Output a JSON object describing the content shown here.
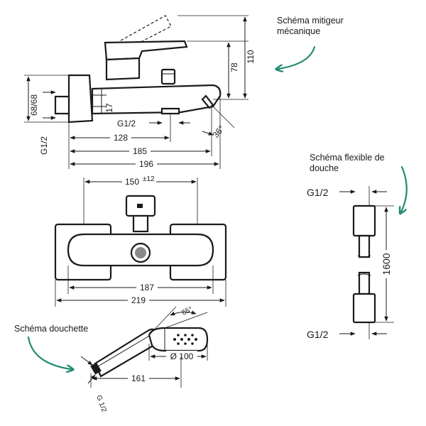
{
  "labels": {
    "mixer_schema": "Schéma mitigeur mécanique",
    "hose_schema": "Schéma flexible de douche",
    "handshower_schema": "Schéma douchette"
  },
  "dims": {
    "d110": "110",
    "d78": "78",
    "d68": "68/68",
    "d17": "17",
    "g12_side": "G1/2",
    "g12_bottom": "G1/2",
    "d36": "36°",
    "d128": "128",
    "d185": "185",
    "d196": "196",
    "d150": "150",
    "d150_tol": "±12",
    "d187": "187",
    "d219": "219",
    "hose_g12_top": "G1/2",
    "hose_g12_bottom": "G1/2",
    "d1600": "1600",
    "d65": "65°",
    "d100": "Ø 100",
    "d161": "161",
    "shower_g12": "G 1/2"
  },
  "colors": {
    "line": "#1a1a1a",
    "accent": "#1f8a70"
  }
}
